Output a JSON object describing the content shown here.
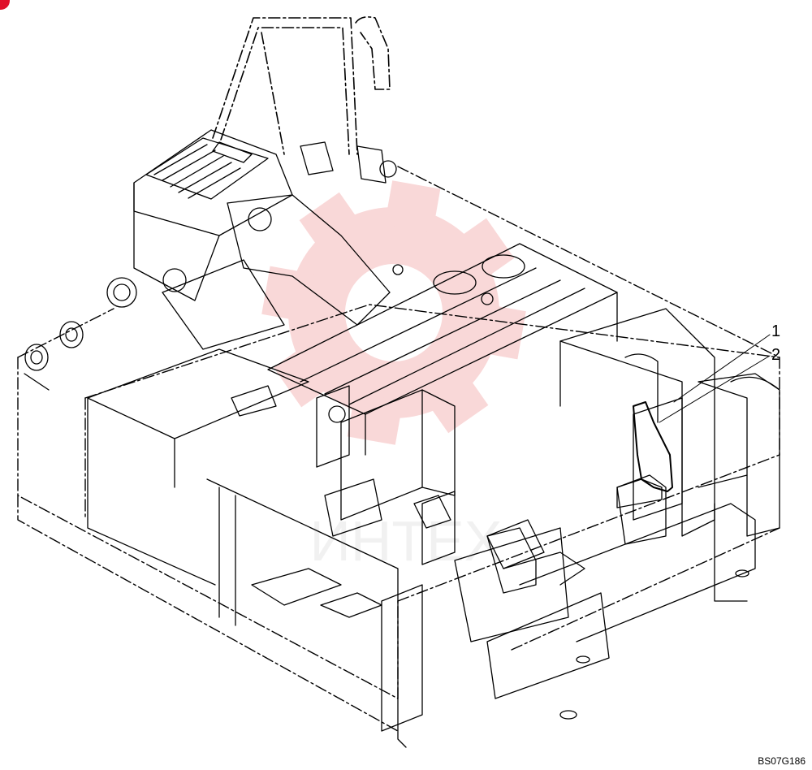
{
  "diagram": {
    "callouts": [
      {
        "id": "1",
        "label": "1"
      },
      {
        "id": "2",
        "label": "2"
      }
    ],
    "drawing_code": "BS07G186",
    "watermark_text": "ИНТЕХ"
  },
  "colors": {
    "line": "#000000",
    "watermark": "#f2b3b3",
    "corner_mark": "#e0102a",
    "background": "#ffffff"
  }
}
